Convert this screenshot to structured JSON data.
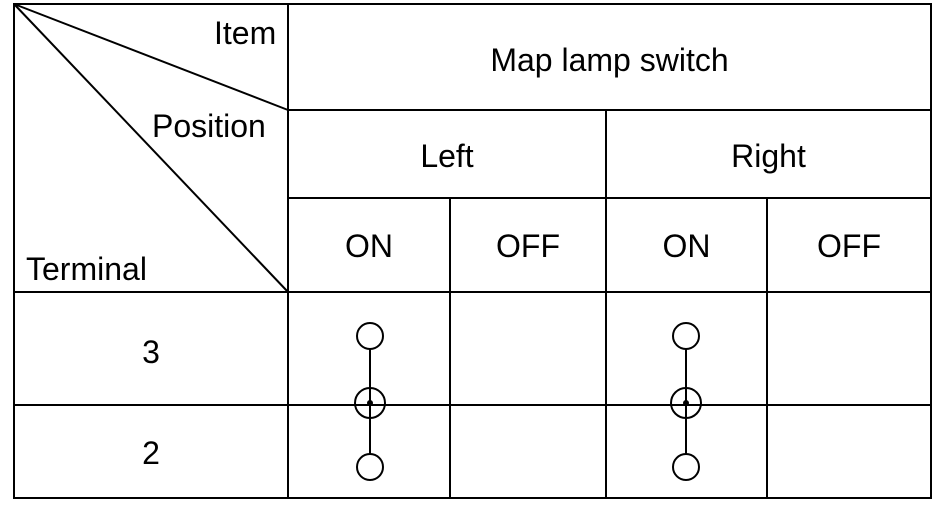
{
  "table": {
    "corner": {
      "item_label": "Item",
      "position_label": "Position",
      "terminal_label": "Terminal"
    },
    "item_title": "Map lamp switch",
    "positions": [
      {
        "label": "Left",
        "states": [
          "ON",
          "OFF"
        ]
      },
      {
        "label": "Right",
        "states": [
          "ON",
          "OFF"
        ]
      }
    ],
    "terminals": [
      "3",
      "2"
    ],
    "continuity": [
      {
        "position": "Left",
        "state": "ON",
        "terminals": [
          "3",
          "2"
        ]
      },
      {
        "position": "Right",
        "state": "ON",
        "terminals": [
          "3",
          "2"
        ]
      }
    ]
  }
}
